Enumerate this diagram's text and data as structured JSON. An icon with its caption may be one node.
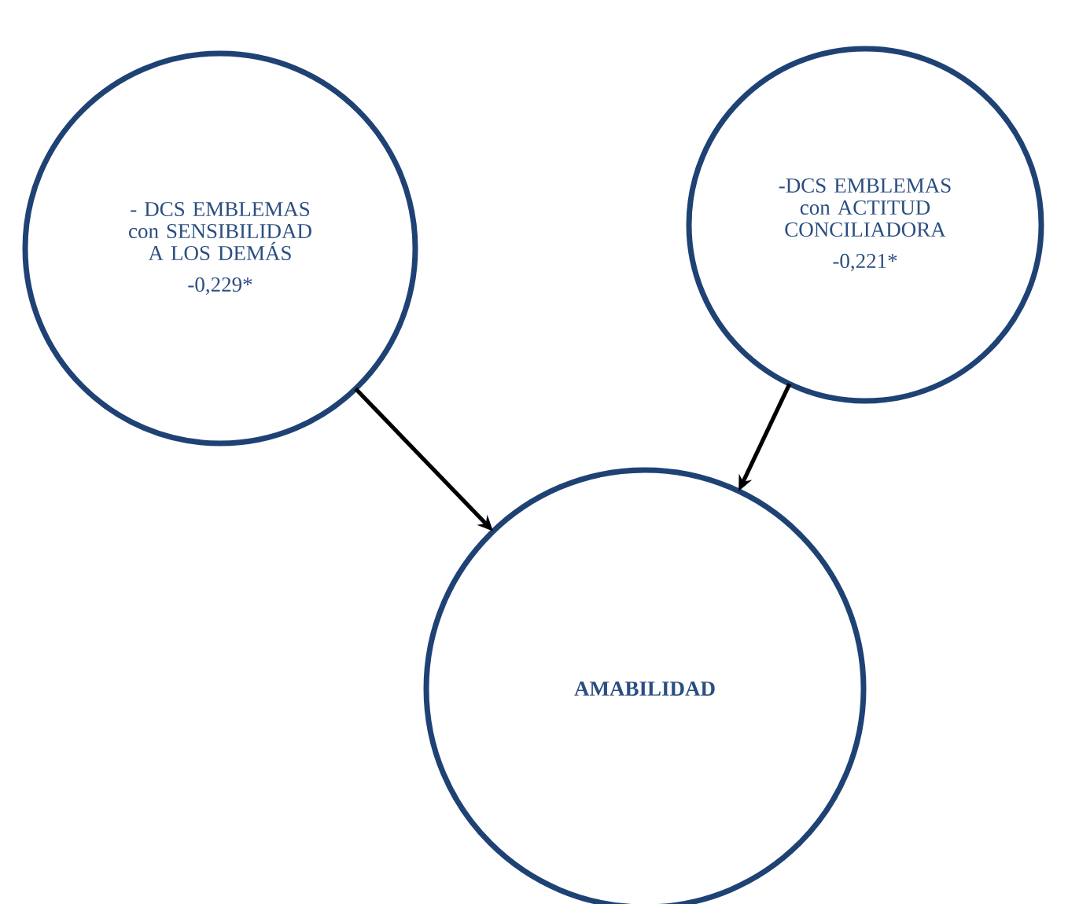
{
  "diagram": {
    "nodes": [
      {
        "text": [
          "- DCS EMBLEMAS con SENSIBILIDAD A LOS DEMÁS",
          "-0,229*"
        ]
      },
      {
        "text": [
          "-DCS EMBLEMAS con ACTITUD CONCILIADORA",
          "-0,221*"
        ]
      },
      {
        "text": [
          "AMABILIDAD"
        ]
      }
    ],
    "edges": [
      {
        "from": 0,
        "to": 2,
        "arrow": "to"
      },
      {
        "from": 1,
        "to": 2,
        "arrow": "to"
      }
    ]
  }
}
